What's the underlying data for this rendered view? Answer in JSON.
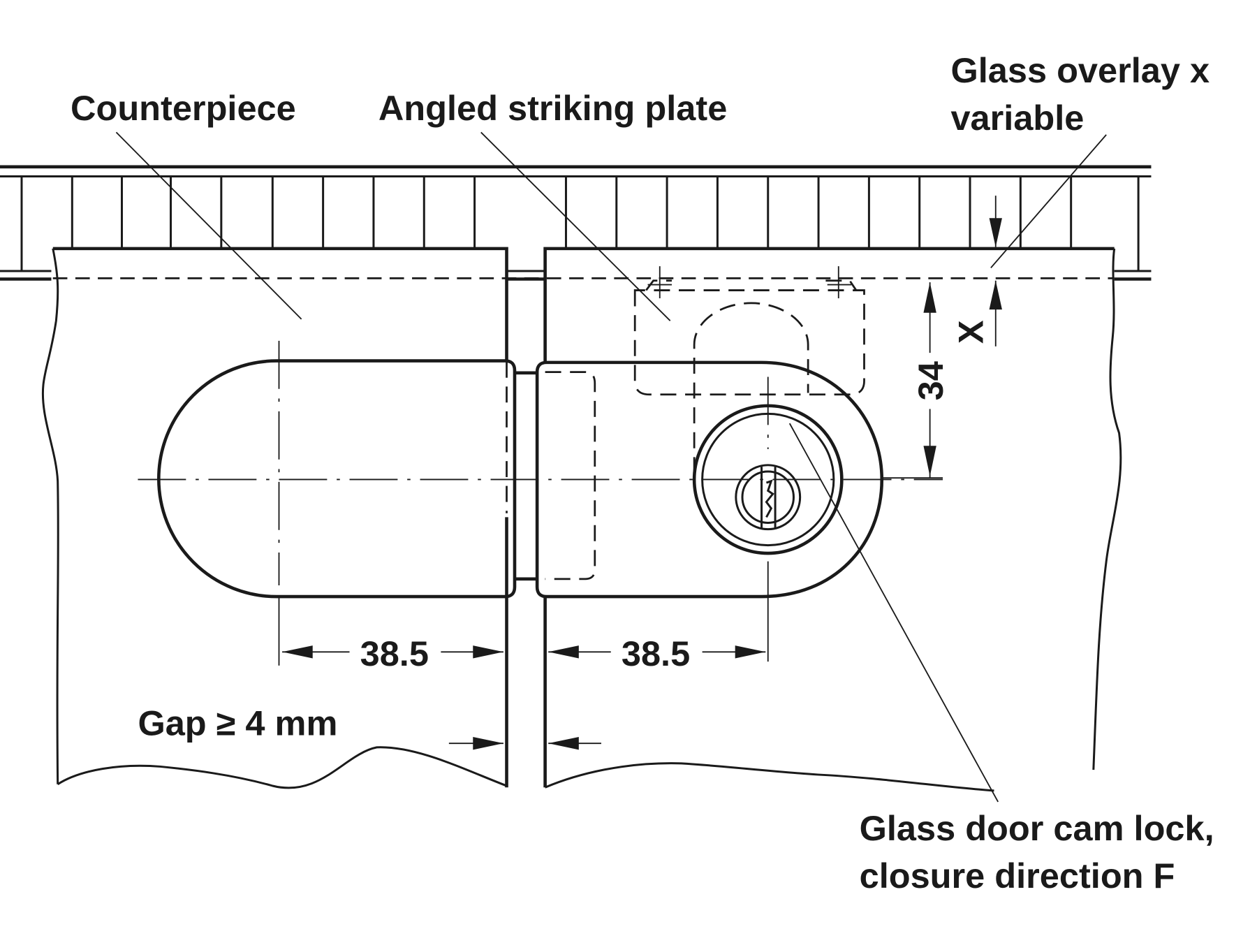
{
  "labels": {
    "counterpiece": "Counterpiece",
    "angled_striking_plate": "Angled striking plate",
    "glass_overlay_line1": "Glass overlay x",
    "glass_overlay_line2": "variable",
    "cam_lock_line1": "Glass door cam lock,",
    "cam_lock_line2": "closure direction F",
    "gap": "Gap ≥ 4 mm"
  },
  "dimensions": {
    "left_offset": "38.5",
    "right_offset": "38.5",
    "vertical_offset": "34",
    "overlay_symbol": "X"
  },
  "colors": {
    "line": "#1a1a1a",
    "background": "#ffffff"
  }
}
